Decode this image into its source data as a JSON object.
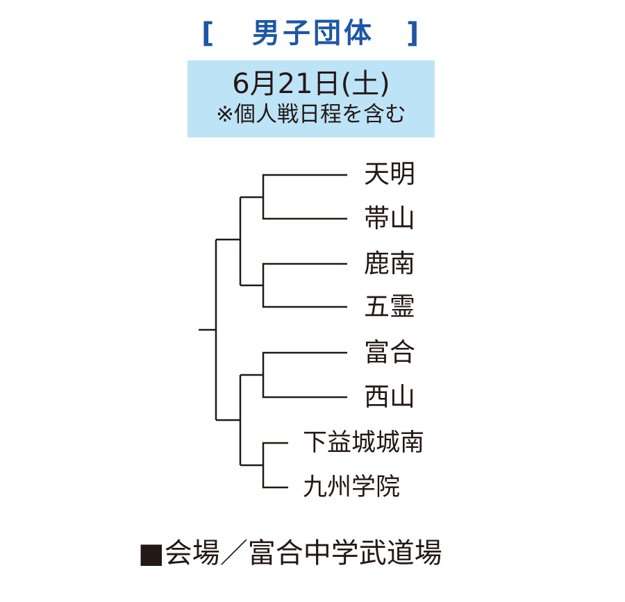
{
  "title": {
    "bracket_left": "[",
    "text": "男子団体",
    "bracket_right": "]"
  },
  "date_box": {
    "date": "6月21日(土)",
    "note": "※個人戦日程を含む"
  },
  "teams": [
    "天明",
    "帯山",
    "鹿南",
    "五霊",
    "富合",
    "西山",
    "下益城城南",
    "九州学院"
  ],
  "venue": "■会場／富合中学武道場",
  "colors": {
    "title": "#1d56a5",
    "date_box_bg": "#bde3f7",
    "line": "#231815",
    "text": "#231815"
  }
}
